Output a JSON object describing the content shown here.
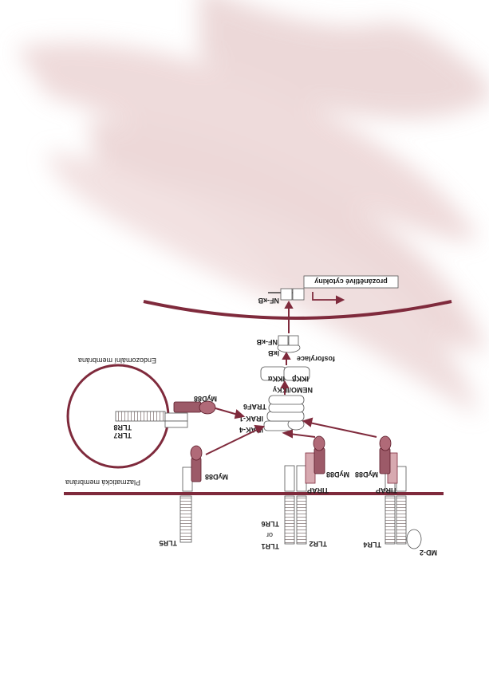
{
  "colors": {
    "accent": "#7f2a3c",
    "accent_dark": "#6b1f30",
    "accent_light": "#c98c97",
    "accent_pale": "#d7a9b0",
    "background_shadow": "#ead3d3",
    "ink": "#1c1c1c"
  },
  "labels": {
    "plasma_membrane": "Plazmatická membrána",
    "endosomal_membrane": "Endozomální membrána",
    "tlr5": "TLR5",
    "tlr1": "TLR1",
    "or": "or",
    "tlr6_lower": "TLR6",
    "tlr2": "TLR2",
    "tlr4": "TLR4",
    "md2": "MD-2",
    "myd88_left": "MyD88",
    "myd88_mid": "MyD88",
    "myd88_right": "MyD88",
    "myd88_endo": "MyD88",
    "tirap_mid": "TIRAP",
    "tirap_right": "TIRAP",
    "tlr7": "TLR7",
    "tlr8": "TLR8",
    "irak4": "IRAK-4",
    "irak1": "IRAK-1",
    "traf6": "TRAF6",
    "nemo": "NEMO/IKKγ",
    "ikka": "IKKα",
    "ikkb": "IKKβ",
    "phosphorylation": "fosforylace",
    "ikb": "IκB",
    "nfkb_cyto": "NF-κB",
    "nfkb_nuc": "NF-κB",
    "cytokines": "prozánětlivé cytokiny"
  }
}
